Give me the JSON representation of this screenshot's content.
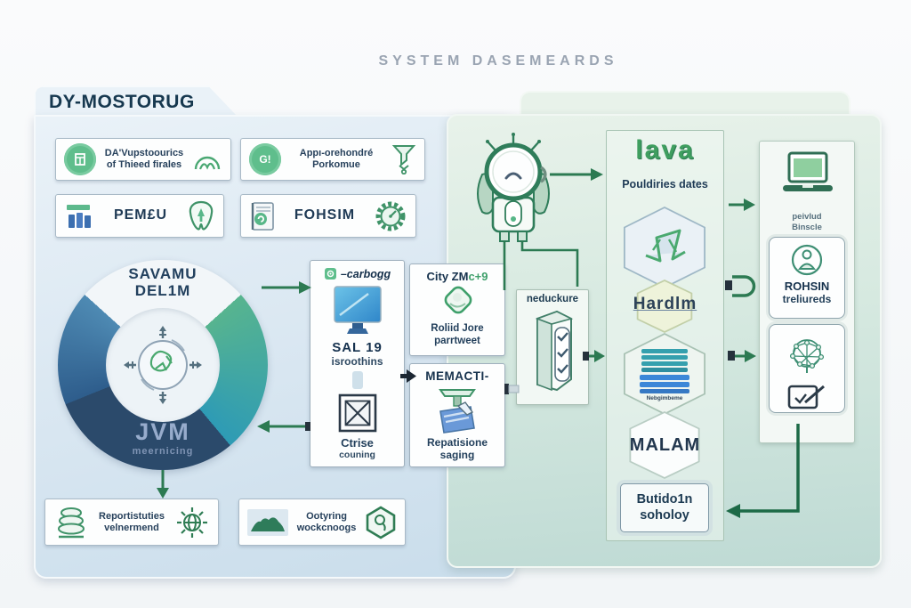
{
  "page": {
    "title": "SYSTEM DASEMEARDS"
  },
  "colors": {
    "accent_green": "#2c7a52",
    "navy": "#1e3a55",
    "panel_blue": "#d8e6f1",
    "panel_green": "#d6e9e0",
    "donut_blue": "#4e8ab3",
    "donut_teal": "#2e9bb5",
    "donut_green": "#57b48f",
    "donut_navy": "#2b4a6b",
    "icon_green": "#5fbe8c"
  },
  "left_panel": {
    "title": "DY-MOSTORUG",
    "feature_boxes": [
      {
        "left_icon": "badge-window-icon",
        "lines": [
          "DA'Vupstoourics",
          "of Thieed firales"
        ],
        "right_icon": "arch-icon"
      },
      {
        "left_icon": "badge-g-icon",
        "badge_text": "G!",
        "lines": [
          "Appı-orehondré",
          "Porkomue"
        ],
        "right_icon": "funnel-icon"
      },
      {
        "left_icon": "bar-chart-icon",
        "label": "PEM£U",
        "right_icon": "tooth-shield-icon"
      },
      {
        "left_icon": "notebook-icon",
        "label": "FOHSIM",
        "right_icon": "gear-gauge-icon"
      }
    ],
    "donut": {
      "top_label_line1": "SAVAMU",
      "top_label_line2": "DEL1M",
      "bottom_label": "JVM",
      "bottom_sublabel": "meernicing",
      "center_icon": "crosshair-globe-icon"
    },
    "carbogg_box": {
      "header_icon": "at-square-icon",
      "header": "–carbogg",
      "main_icon": "monitor-icon",
      "title": "SAL 19",
      "subtitle": "isroothins",
      "lower_icon": "x-square-icon",
      "footer_line1": "Ctrise",
      "footer_line2": "couning"
    },
    "city_box": {
      "header_dark": "City ZM",
      "header_green": "c+9",
      "icon": "diamond-smile-icon",
      "line1": "Roliid Jore",
      "line2": "parrtweet"
    },
    "memacti_box": {
      "header": "MEMACTI-",
      "icon": "scanner-icon",
      "line1": "Repatisione",
      "line2": "saging"
    },
    "bottom_boxes": [
      {
        "left_icon": "stacked-rings-icon",
        "lines": [
          "Reportistuties",
          "velnermend"
        ],
        "right_icon": "sun-globe-icon"
      },
      {
        "left_icon": "mountain-icon",
        "lines": [
          "Ootyring",
          "wockcnoogs"
        ],
        "right_icon": "hexagon-badge-icon"
      }
    ]
  },
  "flow_area": {
    "robot_icon": "robot-mascot-icon",
    "neduckure_box": {
      "label": "neduckure",
      "icon": "check-tower-icon"
    },
    "hex_panel": {
      "title": "lava",
      "subtitle": "Pouldiries dates",
      "hex1_icon": "scribble-graph-icon",
      "hardim_label": "Hardlm",
      "hex2_icon": "server-stack-icon",
      "hex2_caption": "Nebgimbeme",
      "malam_label": "MALAM",
      "buti_line1": "Butido1n",
      "buti_line2": "soholoy"
    },
    "tool_panel": {
      "laptop_icon": "laptop-icon",
      "caption_line1": "peivlud",
      "caption_line2": "Binscle",
      "card1": {
        "icon": "person-circle-icon",
        "line1": "ROHSIN",
        "line2": "treliureds"
      },
      "card2": {
        "icon_top": "network-globe-icon",
        "icon_bottom": "checkbox-pen-icon"
      }
    }
  }
}
